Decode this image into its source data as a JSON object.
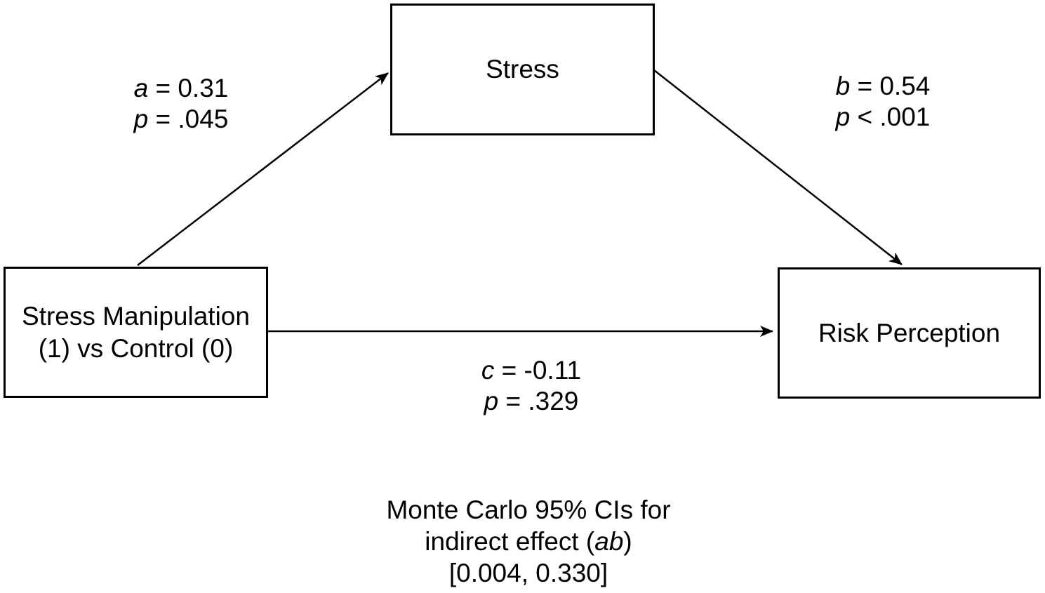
{
  "diagram": {
    "nodes": {
      "predictor": {
        "line1": "Stress Manipulation",
        "line2": "(1) vs Control (0)"
      },
      "mediator": {
        "label": "Stress"
      },
      "outcome": {
        "label": "Risk Perception"
      }
    },
    "paths": {
      "a": {
        "var": "a",
        "op": "=",
        "value": "0.31",
        "p_var": "p",
        "p_op": "=",
        "p_value": ".045"
      },
      "b": {
        "var": "b",
        "op": "=",
        "value": "0.54",
        "p_var": "p",
        "p_op": "<",
        "p_value": ".001"
      },
      "c": {
        "var": "c",
        "op": "=",
        "value": "-0.11",
        "p_var": "p",
        "p_op": "=",
        "p_value": ".329"
      }
    },
    "note": {
      "line1": "Monte Carlo 95% CIs for",
      "line2_prefix": "indirect effect (",
      "line2_italic": "ab",
      "line2_suffix": ")",
      "line3": "[0.004, 0.330]"
    },
    "colors": {
      "line": "#000000",
      "background": "#ffffff",
      "box_fill": "#ffffff"
    }
  }
}
